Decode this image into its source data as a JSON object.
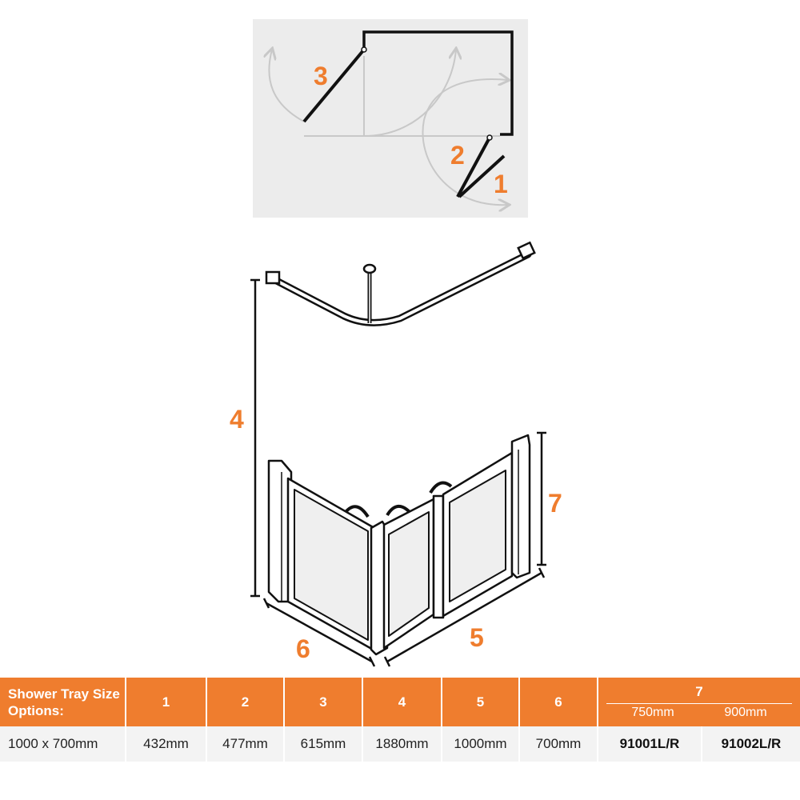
{
  "diagram": {
    "labels": {
      "door1": "1",
      "door2": "2",
      "door3": "3",
      "rail_height": "4",
      "width": "5",
      "depth": "6",
      "panel_height": "7"
    }
  },
  "table": {
    "headers": [
      "Shower Tray Size Options:",
      "1",
      "2",
      "3",
      "4",
      "5",
      "6",
      "7"
    ],
    "col7_sub": [
      "750mm",
      "900mm"
    ],
    "row": [
      "1000 x 700mm",
      "432mm",
      "477mm",
      "615mm",
      "1880mm",
      "1000mm",
      "700mm",
      "91001L/R",
      "91002L/R"
    ]
  },
  "colors": {
    "accent": "#ef7d2e",
    "plan_bg": "#ececec",
    "line": "#111111",
    "arc": "#c8c8c8"
  }
}
